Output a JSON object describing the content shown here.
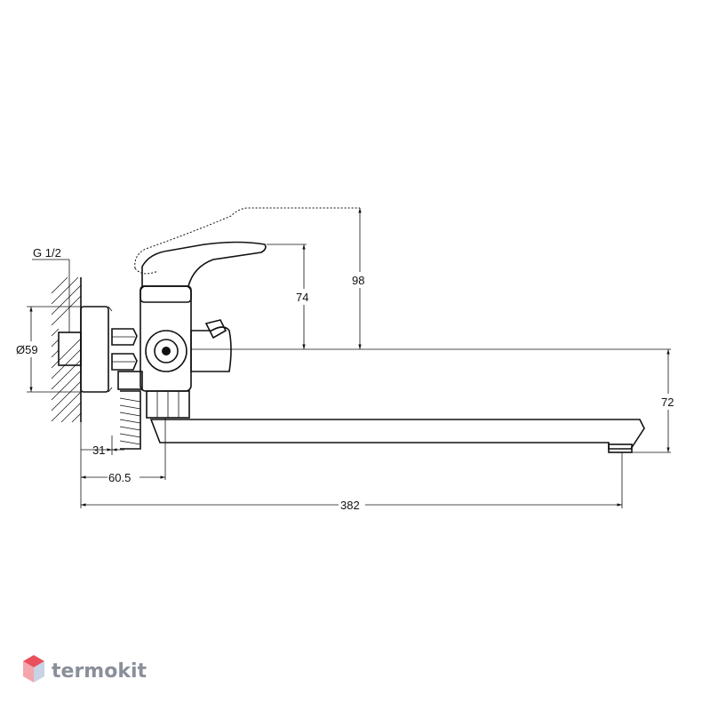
{
  "dimensions": {
    "thread": "G 1/2",
    "diameter": "Ø59",
    "lever_height": "74",
    "lever_raised_height": "98",
    "spout_height": "72",
    "offset_small": "31",
    "offset_body": "60.5",
    "spout_length": "382"
  },
  "watermark": {
    "text": "termokit",
    "colors": {
      "top": "#e8505b",
      "left": "#f4a6ad",
      "right": "#c9d3e6"
    }
  }
}
